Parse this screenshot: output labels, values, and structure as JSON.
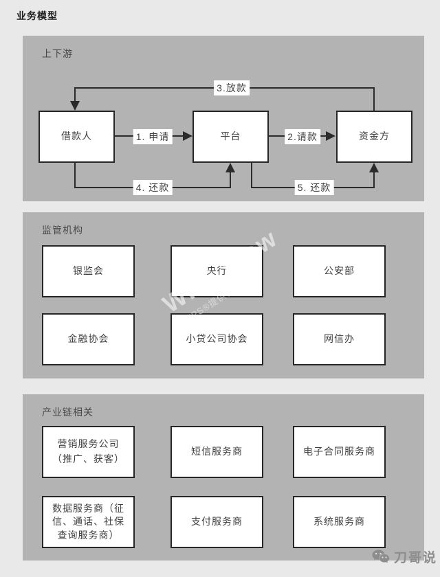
{
  "page": {
    "title": "业务模型"
  },
  "panels": {
    "flow": {
      "label": "上下游",
      "nodes": {
        "borrower": "借款人",
        "platform": "平台",
        "funder": "资金方"
      },
      "edges": {
        "apply": "1. 申请",
        "request": "2.请款",
        "disburse": "3.放款",
        "repay_to_platform": "4. 还款",
        "repay_to_funder": "5. 还款"
      }
    },
    "regulators": {
      "label": "监管机构",
      "boxes": [
        "银监会",
        "央行",
        "公安部",
        "金融协会",
        "小贷公司协会",
        "网信办"
      ]
    },
    "industry": {
      "label": "产业链相关",
      "boxes": [
        "营销服务公司\n（推广、获客）",
        "短信服务商",
        "电子合同服务商",
        "数据服务商（征\n信、通话、社保\n查询服务商）",
        "支付服务商",
        "系统服务商"
      ]
    }
  },
  "watermark": {
    "main": "WPS Flow",
    "sub": "WPS®提供作图能力"
  },
  "footer": {
    "brand": "刀哥说"
  },
  "colors": {
    "page_bg": "#e9e9e9",
    "panel_bg": "#b3b3b3",
    "box_bg": "#ffffff",
    "box_border": "#262626",
    "line": "#2b2b2b",
    "text": "#404040",
    "watermark": "#ffffff",
    "brand": "#8d8d8d"
  }
}
